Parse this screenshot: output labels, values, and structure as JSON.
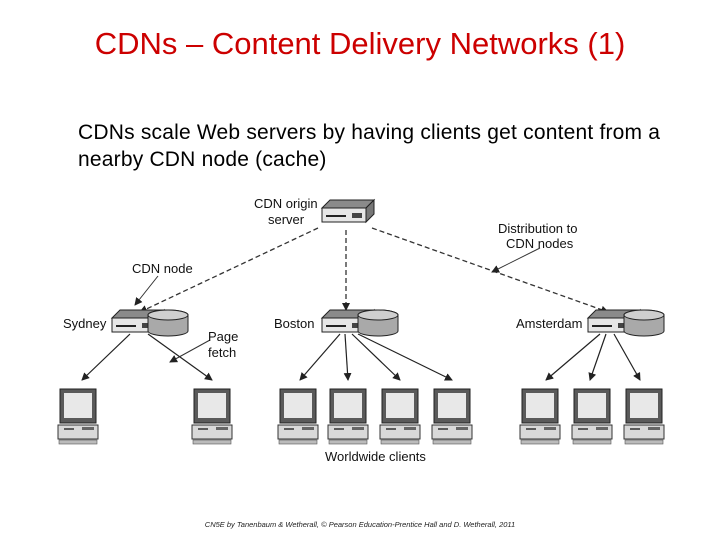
{
  "slide": {
    "title": "CDNs – Content Delivery Networks (1)",
    "bullet": "CDNs scale Web servers by having clients get content from a nearby CDN node (cache)",
    "footer": "CN5E by Tanenbaum  & Wetherall, © Pearson Education-Prentice Hall and D. Wetherall, 2011"
  },
  "diagram": {
    "origin_label_1": "CDN origin",
    "origin_label_2": "server",
    "distribution_label_1": "Distribution to",
    "distribution_label_2": "CDN nodes",
    "cdn_node_label": "CDN node",
    "page_fetch_label_1": "Page",
    "page_fetch_label_2": "fetch",
    "nodes": [
      "Sydney",
      "Boston",
      "Amsterdam"
    ],
    "clients_label": "Worldwide clients"
  }
}
